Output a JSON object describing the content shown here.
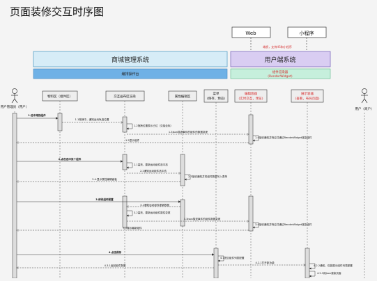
{
  "page_title": "页面装修交互时序图",
  "top_boxes": {
    "web": "Web",
    "miniprogram": "小程序"
  },
  "top_note": "端桥，支持H5和小程序",
  "systems": {
    "mall_admin": "商城管理系统",
    "mall_admin_sub": "编排操作台",
    "user_end": "用户端系统",
    "user_end_sub_line1": "组件渲染器",
    "user_end_sub_line2": "(RenderWidget)"
  },
  "actors": {
    "left": "用户管理员（用户）",
    "right": "用户（商户）"
  },
  "participants": {
    "material": "物料区（组件区）",
    "interactive": "交互画布区渲染",
    "properties": "属性编辑区",
    "menu_line1": "菜单",
    "menu_line2": "(保存，预览)",
    "edit_renderer_line1": "编辑容器",
    "edit_renderer_line2": "(实时交互，预览)",
    "display_renderer_line1": "展示容器",
    "display_renderer_line2": "(查看，布局页面)"
  },
  "messages": {
    "m1": "1.选中拖拽组件",
    "m1_1": "1.1拖拽中，通知运动轨迹位置",
    "m1_2": "1.2拖拽位置表示占位（交接坐标）",
    "m1_3": "1.3Json描述事件的组件的数据变更",
    "m1_4": "1.4接收通知并响应并通过RenderWidget渲染组件",
    "m1_5": "1.5显示组件",
    "m2": "2.点击选中某个组件",
    "m2_1": "2.1高亮，要新运动组件选中态",
    "m2_2": "2.2通知运动组件选中态",
    "m2_3": "2.3接收通知并将组件数据写入表单",
    "m2_4": "2.4.显示属性编辑面板",
    "m3": "3.修改组件配置",
    "m3_1": "3.1通知运动组件更新数据",
    "m3_2": "3.2高亮，要新运动组件属性变更",
    "m3_3": "3.3Json描述事件的组件数据变更",
    "m3_4": "3.4接收通知并响应并通过RenderWidget渲染组件",
    "m3_5": "3.5展示最新组件",
    "m4": "4.点击保存",
    "m4_1": "4.1提交组件列表配置",
    "m4_2": "4.2.1打开新功能",
    "m4_3": "4.2.2通知，仅能展示组件列表配置",
    "m4_4": "4.2.3用Json渲染页面",
    "m4_5": "4.3.1返回组件数据"
  },
  "colors": {
    "admin_bg": "#d6ecf7",
    "admin_border": "#57a0c8",
    "admin_sub_bg": "#6fb1e6",
    "user_bg": "#d9cdf2",
    "user_border": "#7f6bbf",
    "user_sub_bg": "#c6efdc",
    "highlight_text": "#d62b2b",
    "line": "#333333"
  }
}
